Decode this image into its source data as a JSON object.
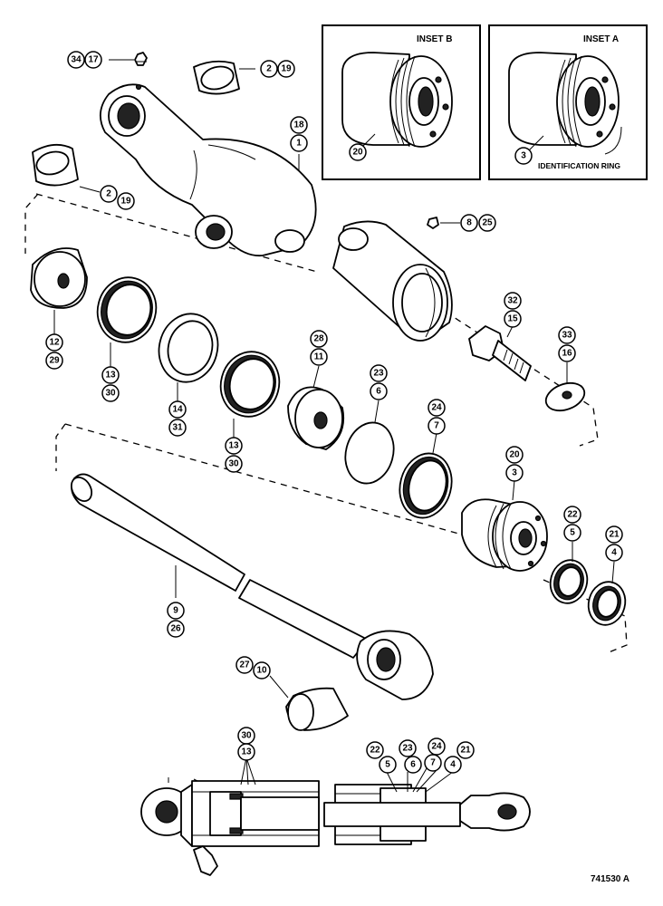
{
  "insets": {
    "b": {
      "title": "INSET B",
      "callout": "20"
    },
    "a": {
      "title": "INSET A",
      "callout": "3",
      "note": "IDENTIFICATION RING"
    }
  },
  "callouts": {
    "c34": "34",
    "c17": "17",
    "c2a": "2",
    "c19a": "19",
    "c18": "18",
    "c1": "1",
    "c2b": "2",
    "c19b": "19",
    "c8": "8",
    "c25": "25",
    "c12": "12",
    "c29": "29",
    "c13a": "13",
    "c30a": "30",
    "c14": "14",
    "c31": "31",
    "c13b": "13",
    "c30b": "30",
    "c28": "28",
    "c11": "11",
    "c23": "23",
    "c6": "6",
    "c24": "24",
    "c7": "7",
    "c32": "32",
    "c15": "15",
    "c33": "33",
    "c16": "16",
    "c20": "20",
    "c3": "3",
    "c22": "22",
    "c5": "5",
    "c21": "21",
    "c4": "4",
    "c9": "9",
    "c26": "26",
    "c27": "27",
    "c10": "10",
    "c30c": "30",
    "c13c": "13",
    "c22b": "22",
    "c5b": "5",
    "c23b": "23",
    "c6b": "6",
    "c24b": "24",
    "c7b": "7",
    "c21b": "21",
    "c4b": "4"
  },
  "figure_id": "741530 A"
}
